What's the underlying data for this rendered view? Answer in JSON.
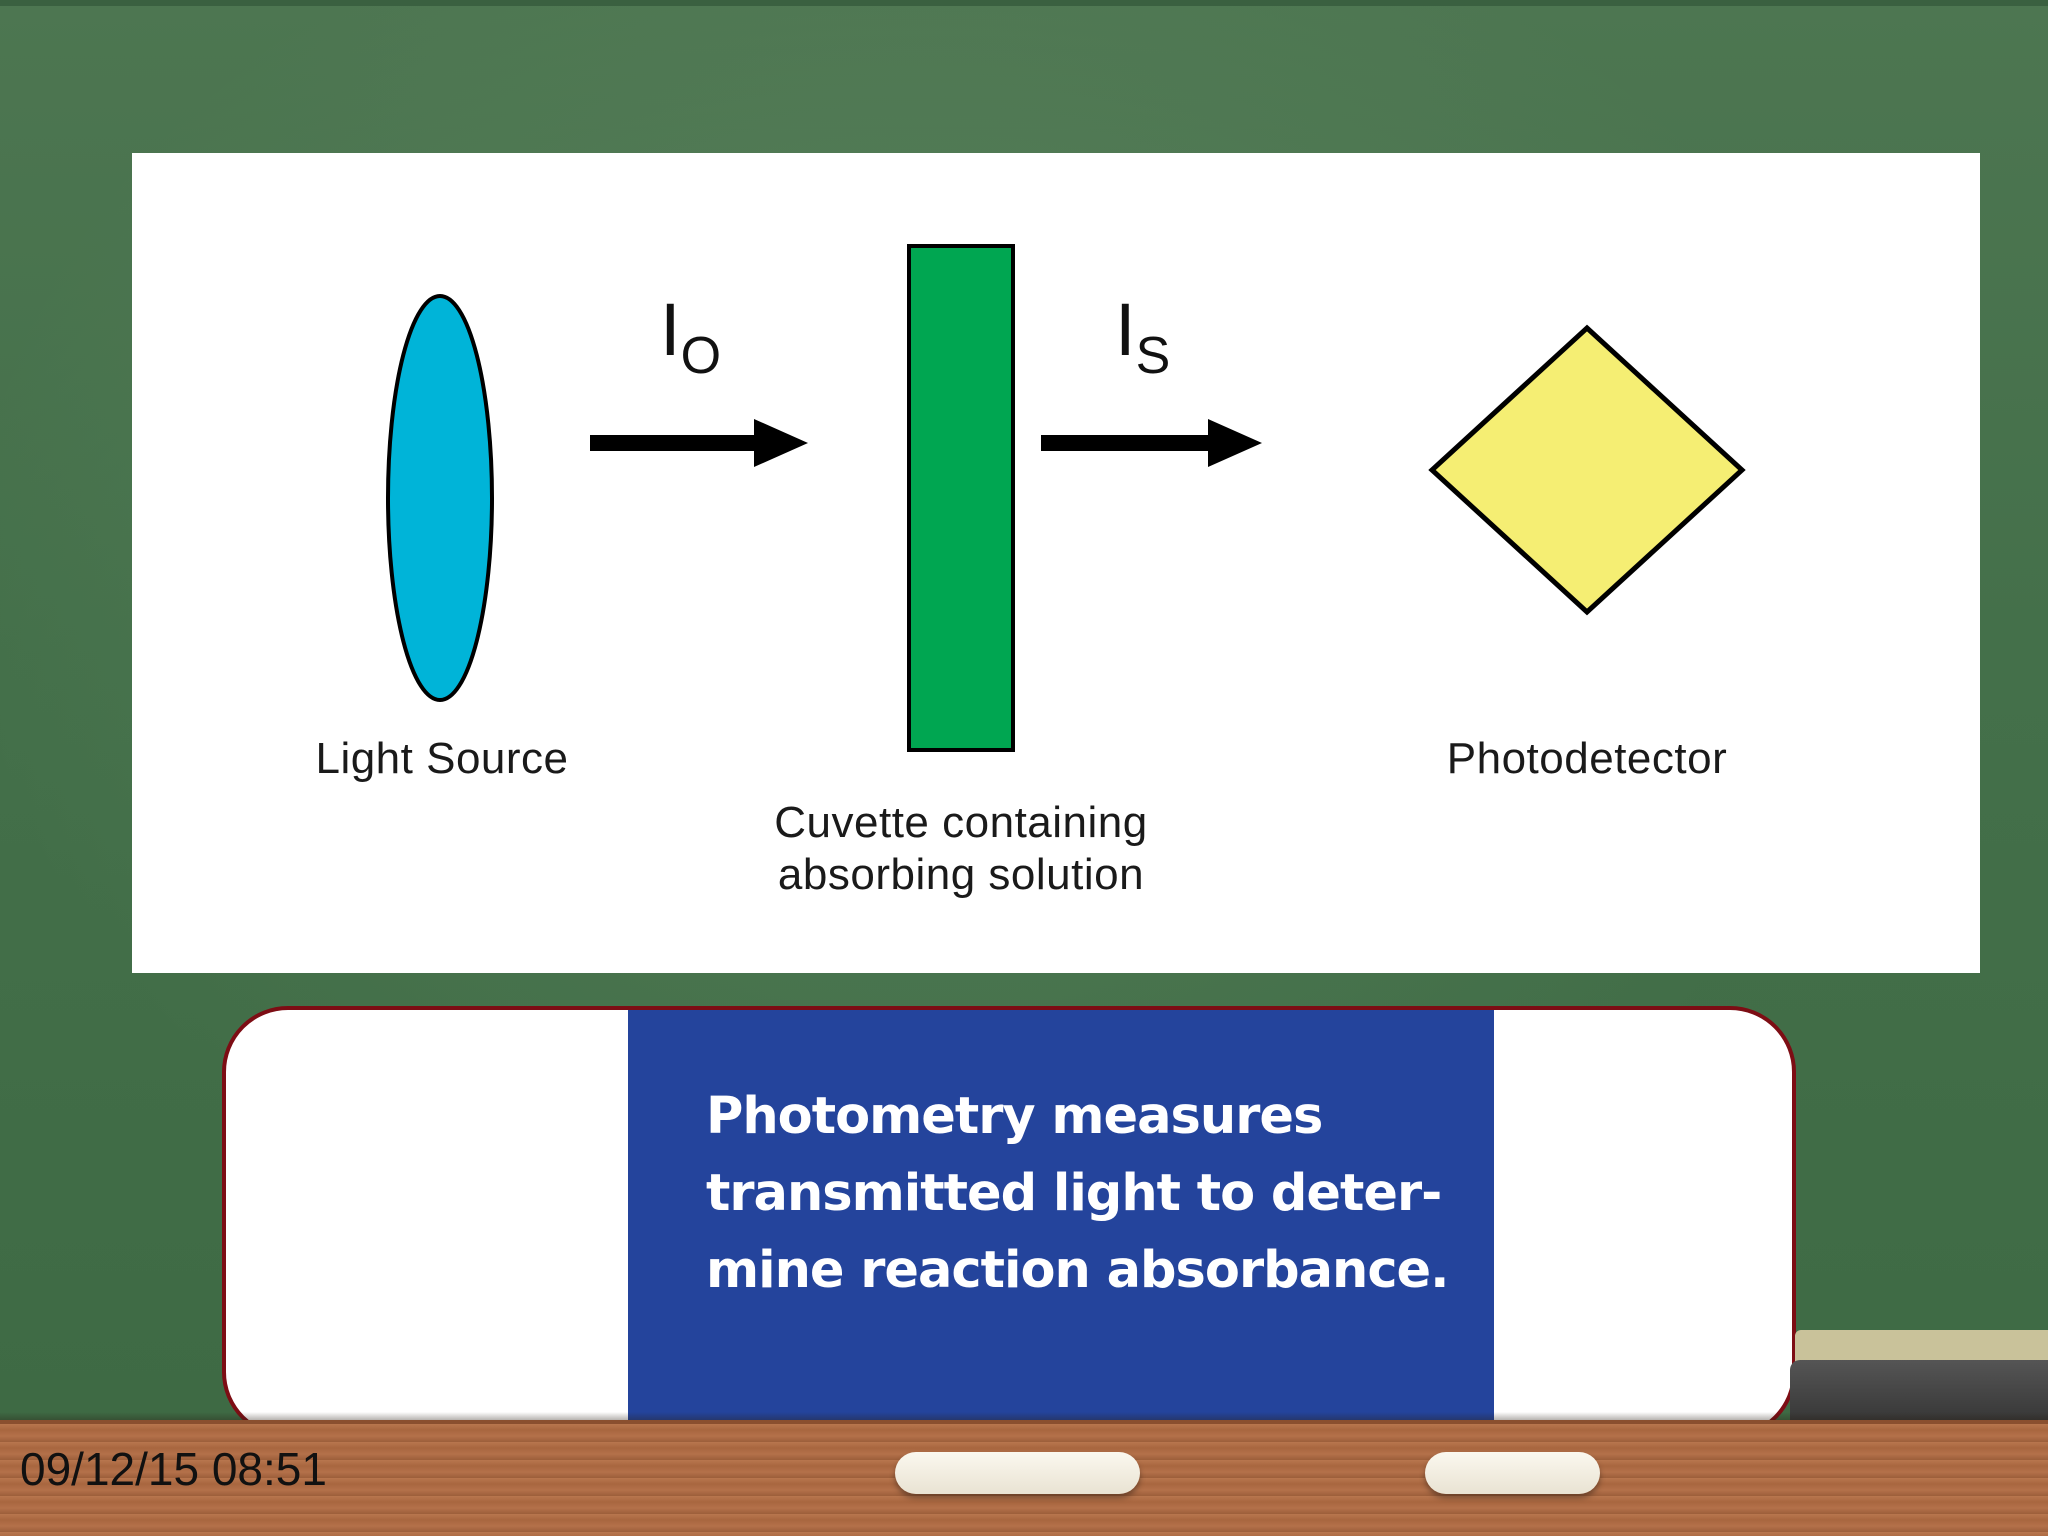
{
  "diagram": {
    "components": [
      {
        "label": "Light Source",
        "color": "#00b4d8",
        "icon": "ellipse"
      },
      {
        "label": "Cuvette containing\nabsorbing solution",
        "color": "#00a651",
        "icon": "rectangle"
      },
      {
        "label": "Photodetector",
        "color": "#f5ee73",
        "icon": "diamond"
      }
    ],
    "beams": [
      {
        "symbol": "I",
        "subscript": "O"
      },
      {
        "symbol": "I",
        "subscript": "S"
      }
    ]
  },
  "caption": {
    "text": "Photometry measures\ntransmitted light to deter-\nmine reaction absorbance.",
    "background": "#24449c"
  },
  "footer": {
    "timestamp": "09/12/15 08:51"
  },
  "colors": {
    "board": "#46704a",
    "caption_border": "#7d0d14"
  }
}
